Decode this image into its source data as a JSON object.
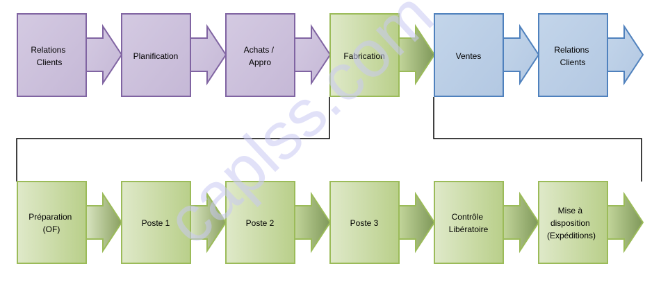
{
  "watermark": "caplss.com",
  "top_row": [
    {
      "lines": [
        "Relations",
        "Clients"
      ],
      "theme": "purple"
    },
    {
      "lines": [
        "Planification"
      ],
      "theme": "purple"
    },
    {
      "lines": [
        "Achats /",
        "Appro"
      ],
      "theme": "purple"
    },
    {
      "lines": [
        "Fabrication"
      ],
      "theme": "green"
    },
    {
      "lines": [
        "Ventes"
      ],
      "theme": "blue"
    },
    {
      "lines": [
        "Relations",
        "Clients"
      ],
      "theme": "blue"
    }
  ],
  "bottom_row": [
    {
      "lines": [
        "Préparation",
        "(OF)"
      ]
    },
    {
      "lines": [
        "Poste 1"
      ]
    },
    {
      "lines": [
        "Poste 2"
      ]
    },
    {
      "lines": [
        "Poste 3"
      ]
    },
    {
      "lines": [
        "Contrôle",
        "Libératoire"
      ]
    },
    {
      "lines": [
        "Mise à",
        "disposition",
        "(Expéditions)"
      ]
    }
  ],
  "colors": {
    "purple_fill": "#ccc0da",
    "purple_stroke": "#8064a2",
    "green_light": "#d7e4bd",
    "green_dark": "#9bbb59",
    "green_stroke": "#9bbb59",
    "blue_fill": "#b9cde5",
    "blue_stroke": "#4f81bd",
    "connector": "#000000"
  }
}
